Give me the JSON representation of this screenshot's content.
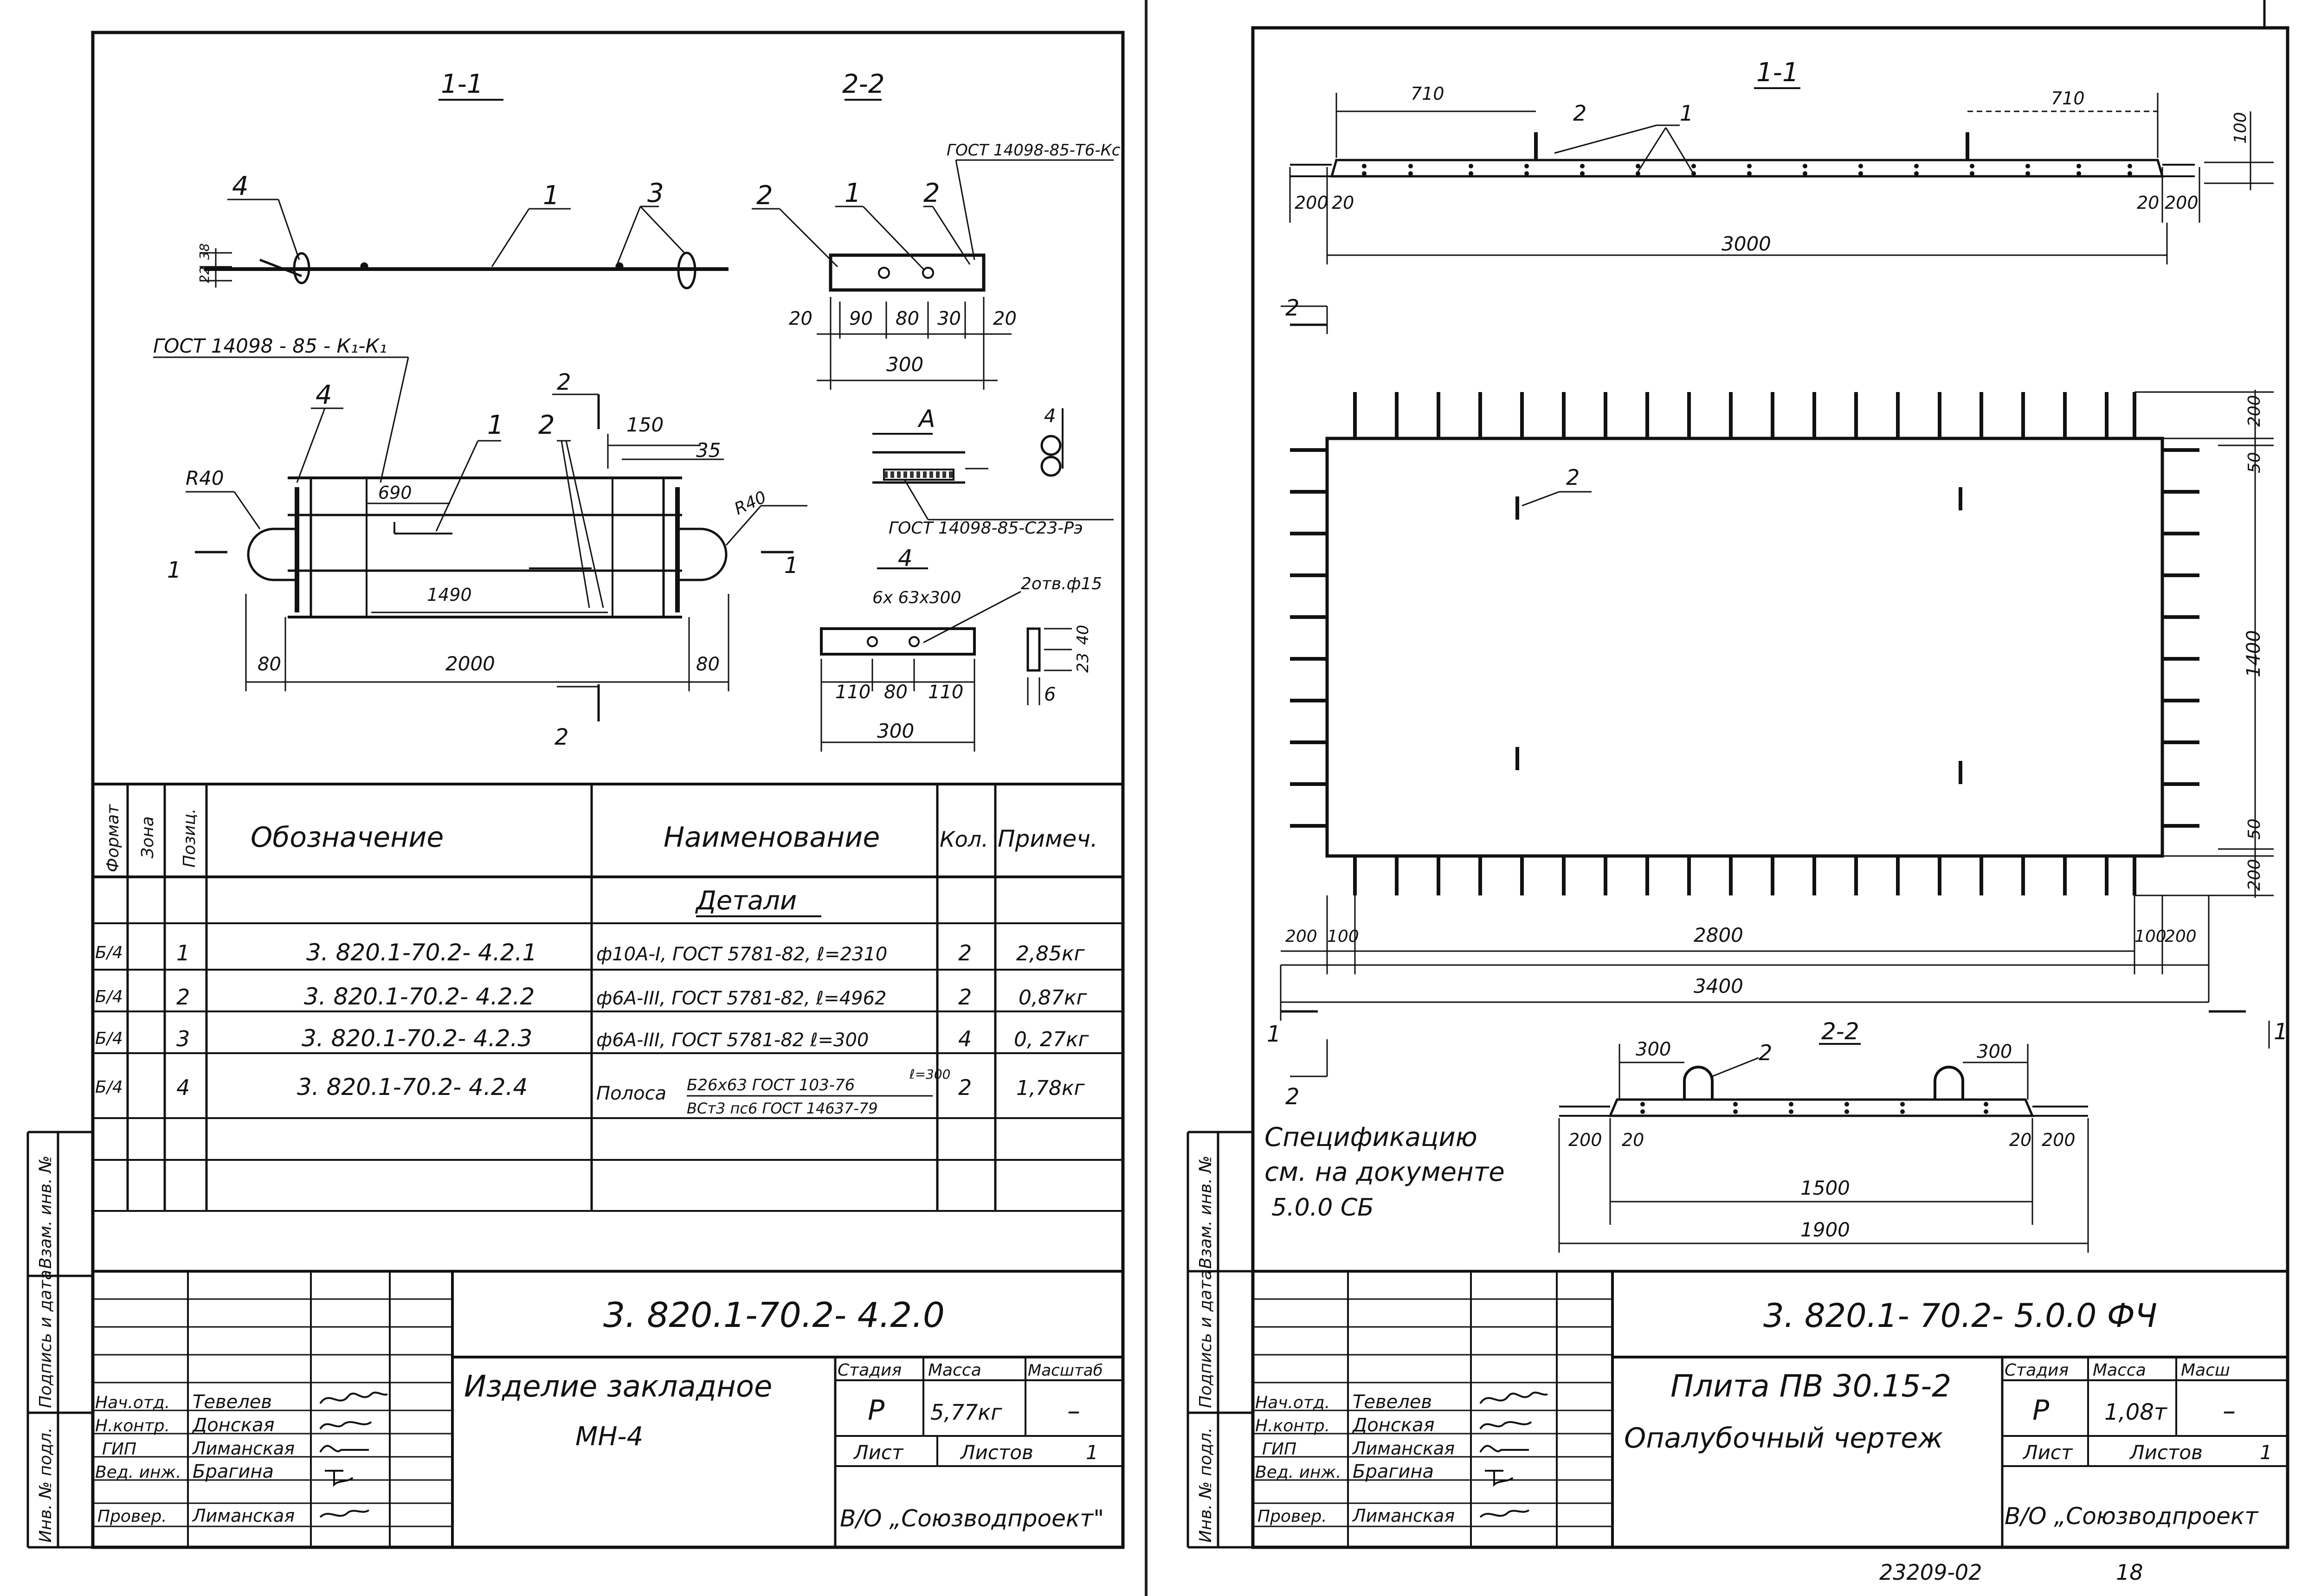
{
  "left_sheet": {
    "sec11": "1-1",
    "sec22": "2-2",
    "view_a": "A",
    "gost_t6": "ГОСТ 14098-85-Т6-Кс",
    "gost_k1": "ГОСТ 14098 - 85 - К₁-К₁",
    "gost_c23": "ГОСТ 14098-85-С23-Рэ",
    "pos1": "1",
    "pos2": "2",
    "pos3": "3",
    "pos4": "4",
    "r40": "R40",
    "hole_note": "2отв.ф15",
    "plate_size": "6х 63х300",
    "dims": {
      "d20": "20",
      "d90": "90",
      "d80": "80",
      "d30": "30",
      "d300": "300",
      "d690": "690",
      "d150": "150",
      "d35": "35",
      "d1490": "1490",
      "d2000": "2000",
      "d110": "110",
      "d6": "6",
      "d40": "40",
      "d23": "23",
      "d38": "38",
      "d22": "22"
    },
    "marks": {
      "one": "1",
      "two": "2"
    },
    "spec": {
      "col_format": "Формат",
      "col_zone": "Зона",
      "col_pos": "Позиц.",
      "col_designation": "Обозначение",
      "col_name": "Наименование",
      "col_qty": "Кол.",
      "col_note": "Примеч.",
      "section": "Детали",
      "rows": [
        {
          "format": "Б/4",
          "pos": "1",
          "designation": "3. 820.1-70.2- 4.2.1",
          "name": "ф10А-I, ГОСТ 5781-82, ℓ=2310",
          "qty": "2",
          "note": "2,85кг"
        },
        {
          "format": "Б/4",
          "pos": "2",
          "designation": "3. 820.1-70.2- 4.2.2",
          "name": "ф6А-III, ГОСТ 5781-82, ℓ=4962",
          "qty": "2",
          "note": "0,87кг"
        },
        {
          "format": "Б/4",
          "pos": "3",
          "designation": "3. 820.1-70.2- 4.2.3",
          "name": "ф6А-III, ГОСТ 5781-82 ℓ=300",
          "qty": "4",
          "note": "0, 27кг"
        },
        {
          "format": "Б/4",
          "pos": "4",
          "designation": "3. 820.1-70.2- 4.2.4",
          "name": "Полоса",
          "qty": "2",
          "note": "1,78кг"
        }
      ],
      "strip_line1": "Б26х63 ГОСТ 103-76",
      "strip_len": "ℓ=300",
      "strip_line2": "ВСт3 пс6 ГОСТ 14637-79"
    },
    "title_block": {
      "code": "3. 820.1-70.2- 4.2.0",
      "name_line1": "Изделие закладное",
      "name_line2": "МН-4",
      "stage_label": "Стадия",
      "mass_label": "Масса",
      "scale_label": "Масштаб",
      "stage": "Р",
      "mass": "5,77кг",
      "scale": "–",
      "sheet_label": "Лист",
      "sheets_label": "Листов",
      "sheets": "1",
      "org": "В/О „Союзводпроект\""
    }
  },
  "right_sheet": {
    "sec11": "1-1",
    "sec22": "2-2",
    "pos1": "1",
    "pos2": "2",
    "dims": {
      "d710": "710",
      "d100": "100",
      "d200": "200",
      "d20": "20",
      "d3000": "3000",
      "d50": "50",
      "d1400": "1400",
      "d2800": "2800",
      "d3400": "3400",
      "d300": "300",
      "d1500": "1500",
      "d1900": "1900"
    },
    "marks": {
      "one": "1",
      "two": "2"
    },
    "note_line1": "Спецификацию",
    "note_line2": "см. на документе",
    "note_line3": "5.0.0 СБ",
    "title_block": {
      "code": "3. 820.1- 70.2- 5.0.0 ФЧ",
      "name_line1": "Плита ПВ 30.15-2",
      "name_line2": "Опалубочный чертеж",
      "stage_label": "Стадия",
      "mass_label": "Масса",
      "scale_label": "Масш",
      "stage": "Р",
      "mass": "1,08т",
      "scale": "–",
      "sheet_label": "Лист",
      "sheets_label": "Листов",
      "sheets": "1",
      "org": "В/О „Союзводпроект"
    },
    "bottom_number": "23209-02",
    "page_number": "18"
  },
  "signers": {
    "roles": [
      "Нач.отд.",
      "Н.контр.",
      "ГИП",
      "Вед. инж.",
      "Провер."
    ],
    "names": [
      "Тевелев",
      "Донская",
      "Лиманская",
      "Брагина",
      "Лиманская"
    ]
  },
  "side_labels": {
    "inv_vzam": "Взам. инв. №",
    "sign_date": "Подпись и дата",
    "inv_podl": "Инв. № подл."
  }
}
